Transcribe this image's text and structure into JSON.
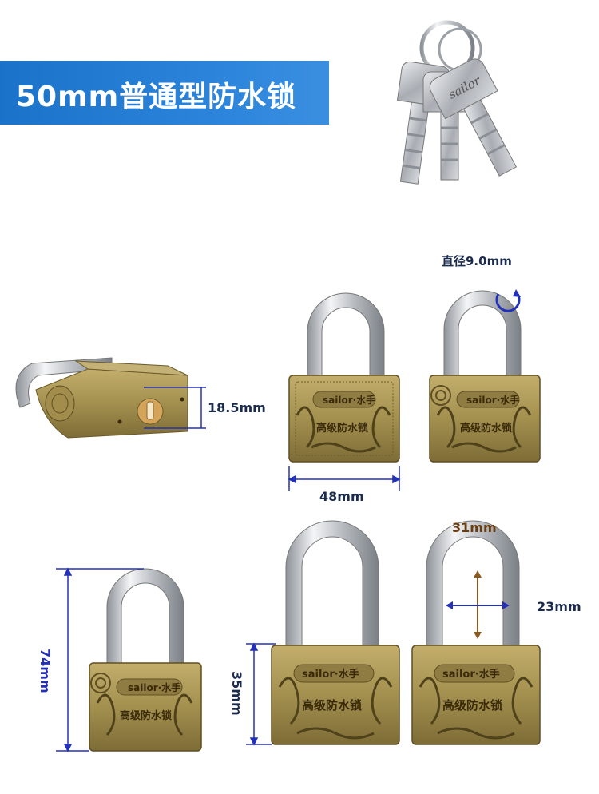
{
  "banner": {
    "title": "50mm普通型防水锁"
  },
  "lock_engraving": {
    "brand": "sailor·水手",
    "model": "高级防水锁",
    "key_brand": "sailor"
  },
  "dimensions": {
    "shackle_diameter": "直径9.0mm",
    "keyhole_height": "18.5mm",
    "body_width": "48mm",
    "total_height": "74mm",
    "body_height": "35mm",
    "shackle_height": "31mm",
    "shackle_inner_width": "23mm"
  },
  "colors": {
    "banner": "#1a73c8",
    "dimension_lines": "#2330b8",
    "brass": "#a08a4a",
    "chrome": "#c9ccd1"
  }
}
